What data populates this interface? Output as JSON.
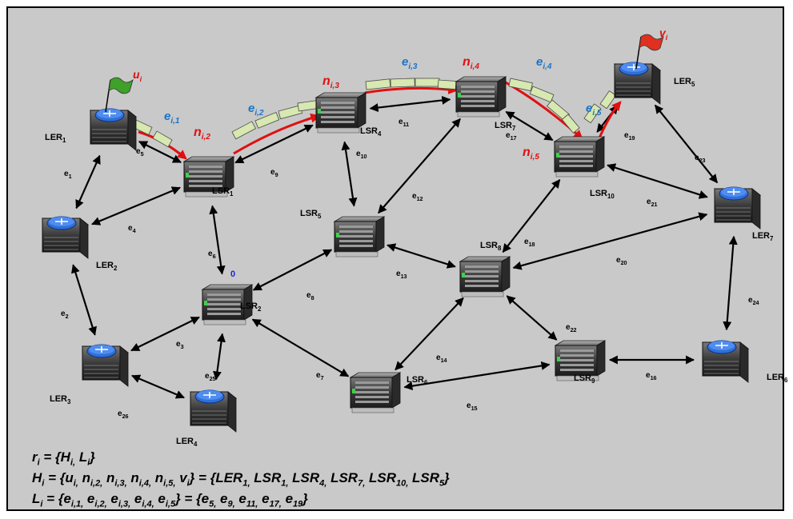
{
  "nodes": [
    {
      "id": "LER1",
      "base": "LER",
      "sub": "1",
      "kind": "router"
    },
    {
      "id": "LER2",
      "base": "LER",
      "sub": "2",
      "kind": "router"
    },
    {
      "id": "LER3",
      "base": "LER",
      "sub": "3",
      "kind": "router"
    },
    {
      "id": "LER4",
      "base": "LER",
      "sub": "4",
      "kind": "router"
    },
    {
      "id": "LER5",
      "base": "LER",
      "sub": "5",
      "kind": "router"
    },
    {
      "id": "LER6",
      "base": "LER",
      "sub": "6",
      "kind": "router"
    },
    {
      "id": "LER7",
      "base": "LER",
      "sub": "7",
      "kind": "router"
    },
    {
      "id": "LSR1",
      "base": "LSR",
      "sub": "1",
      "kind": "switch"
    },
    {
      "id": "LSR2",
      "base": "LSR",
      "sub": "2",
      "kind": "switch"
    },
    {
      "id": "LSR4",
      "base": "LSR",
      "sub": "4",
      "kind": "switch"
    },
    {
      "id": "LSR5",
      "base": "LSR",
      "sub": "5",
      "kind": "switch"
    },
    {
      "id": "LSR6",
      "base": "LSR",
      "sub": "6",
      "kind": "switch"
    },
    {
      "id": "LSR7",
      "base": "LSR",
      "sub": "7",
      "kind": "switch"
    },
    {
      "id": "LSR8",
      "base": "LSR",
      "sub": "8",
      "kind": "switch"
    },
    {
      "id": "LSR9",
      "base": "LSR",
      "sub": "9",
      "kind": "switch"
    },
    {
      "id": "LSR10",
      "base": "LSR",
      "sub": "10",
      "kind": "switch"
    }
  ],
  "edges": [
    {
      "sub": "1",
      "a": "LER1",
      "b": "LER2"
    },
    {
      "sub": "2",
      "a": "LER2",
      "b": "LER3"
    },
    {
      "sub": "3",
      "a": "LER3",
      "b": "LSR2"
    },
    {
      "sub": "4",
      "a": "LER2",
      "b": "LSR1"
    },
    {
      "sub": "5",
      "a": "LER1",
      "b": "LSR1"
    },
    {
      "sub": "6",
      "a": "LSR1",
      "b": "LSR2"
    },
    {
      "sub": "7",
      "a": "LSR2",
      "b": "LSR6"
    },
    {
      "sub": "8",
      "a": "LSR2",
      "b": "LSR5"
    },
    {
      "sub": "9",
      "a": "LSR1",
      "b": "LSR4"
    },
    {
      "sub": "10",
      "a": "LSR4",
      "b": "LSR5"
    },
    {
      "sub": "11",
      "a": "LSR4",
      "b": "LSR7"
    },
    {
      "sub": "12",
      "a": "LSR5",
      "b": "LSR7"
    },
    {
      "sub": "13",
      "a": "LSR5",
      "b": "LSR8"
    },
    {
      "sub": "14",
      "a": "LSR8",
      "b": "LSR6"
    },
    {
      "sub": "15",
      "a": "LSR6",
      "b": "LSR9"
    },
    {
      "sub": "16",
      "a": "LSR9",
      "b": "LER6"
    },
    {
      "sub": "17",
      "a": "LSR7",
      "b": "LSR10"
    },
    {
      "sub": "18",
      "a": "LSR10",
      "b": "LSR8"
    },
    {
      "sub": "19",
      "a": "LSR10",
      "b": "LER5"
    },
    {
      "sub": "20",
      "a": "LSR8",
      "b": "LER7"
    },
    {
      "sub": "21",
      "a": "LSR10",
      "b": "LER7"
    },
    {
      "sub": "22",
      "a": "LSR8",
      "b": "LSR9"
    },
    {
      "sub": "23",
      "a": "LER5",
      "b": "LER7"
    },
    {
      "sub": "24",
      "a": "LER7",
      "b": "LER6"
    },
    {
      "sub": "25",
      "a": "LSR2",
      "b": "LER4"
    },
    {
      "sub": "26",
      "a": "LER3",
      "b": "LER4"
    }
  ],
  "path_hops": [
    {
      "sub": "i,1",
      "label_color": "#1a73c8"
    },
    {
      "sub": "i,2",
      "label_color": "#1a73c8"
    },
    {
      "sub": "i,3",
      "label_color": "#1a73c8"
    },
    {
      "sub": "i,4",
      "label_color": "#1a73c8"
    },
    {
      "sub": "i,5",
      "label_color": "#1a73c8"
    }
  ],
  "path_nodes": [
    {
      "base": "n",
      "sub": "i,2"
    },
    {
      "base": "n",
      "sub": "i,3"
    },
    {
      "base": "n",
      "sub": "i,4"
    },
    {
      "base": "n",
      "sub": "i,5"
    }
  ],
  "source_flag": {
    "base": "u",
    "sub": "i",
    "color": "#3fa02a"
  },
  "dest_flag": {
    "base": "v",
    "sub": "i",
    "color": "#e03020"
  },
  "zero_label": "0",
  "colors": {
    "background": "#c9c9c9",
    "edge": "#000000",
    "path": "#e01010",
    "path_node_label": "#e01010",
    "hop_label": "#1a73c8",
    "zero_label": "#1a28d0"
  },
  "formulas": {
    "r": "r_i = {H_i, L_i}",
    "H": "H_i = {u_i, n_i,2, n_i,3, n_i,4, n_i,5, v_i} = {LER_1, LSR_1, LSR_4, LSR_7, LSR_10, LSR_5}",
    "L": "L_i = {e_i,1, e_i,2, e_i,3, e_i,4, e_i,5} = {e_5, e_9, e_11, e_17, e_19}"
  }
}
